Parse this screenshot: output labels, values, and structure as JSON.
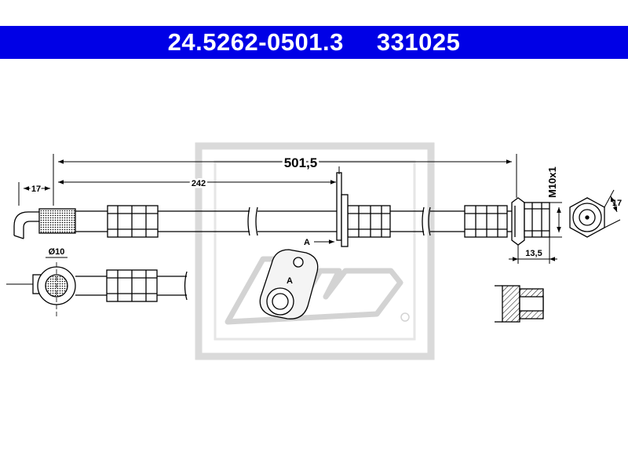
{
  "header": {
    "part_number": "24.5262-0501.3",
    "ref_number": "331025"
  },
  "dimensions": {
    "total_length": "501,5",
    "partial_length": "242",
    "end_offset": "17",
    "diameter": "Ø10",
    "thread": "M10x1",
    "hex_size": "17",
    "fitting_length": "13,5"
  },
  "labels": {
    "section_marker": "A",
    "detail_marker": "A"
  },
  "colors": {
    "header_bg": "#0000e6",
    "header_text": "#ffffff",
    "line": "#000000",
    "watermark": "#d9d9d9"
  }
}
